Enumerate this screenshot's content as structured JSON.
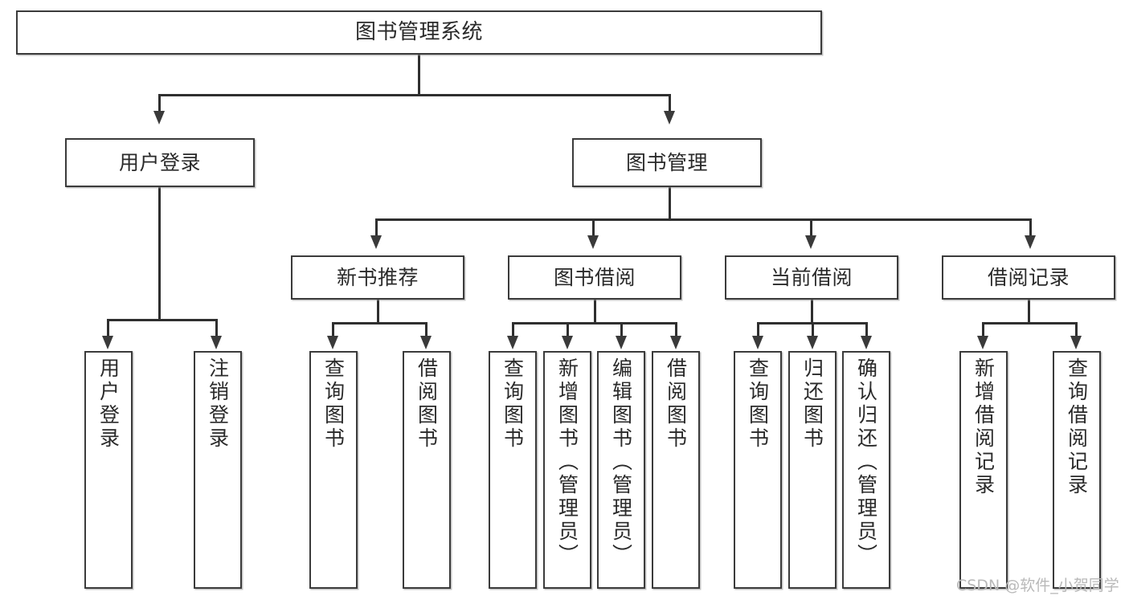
{
  "diagram": {
    "title": "图书管理系统",
    "type": "tree-hierarchy",
    "root": {
      "label": "图书管理系统"
    },
    "level2": [
      {
        "label": "用户登录"
      },
      {
        "label": "图书管理"
      }
    ],
    "level3": [
      {
        "label": "新书推荐"
      },
      {
        "label": "图书借阅"
      },
      {
        "label": "当前借阅"
      },
      {
        "label": "借阅记录"
      }
    ],
    "leaves": {
      "user_login": [
        {
          "label": "用户登录"
        },
        {
          "label": "注销登录"
        }
      ],
      "new_book_recommend": [
        {
          "label": "查询图书"
        },
        {
          "label": "借阅图书"
        }
      ],
      "book_borrow": [
        {
          "label": "查询图书"
        },
        {
          "label": "新增图书（管理员）"
        },
        {
          "label": "编辑图书（管理员）"
        },
        {
          "label": "借阅图书"
        }
      ],
      "current_borrow": [
        {
          "label": "查询图书"
        },
        {
          "label": "归还图书"
        },
        {
          "label": "确认归还（管理员）"
        }
      ],
      "borrow_record": [
        {
          "label": "新增借阅记录"
        },
        {
          "label": "查询借阅记录"
        }
      ]
    }
  },
  "watermark": {
    "text": "CSDN @软件_小贺同学"
  },
  "colors": {
    "box_border": "#3b3b3b",
    "line": "#2f2f2f",
    "text": "#2a2a2a",
    "background": "#ffffff",
    "watermark": "#b9b9b9"
  }
}
